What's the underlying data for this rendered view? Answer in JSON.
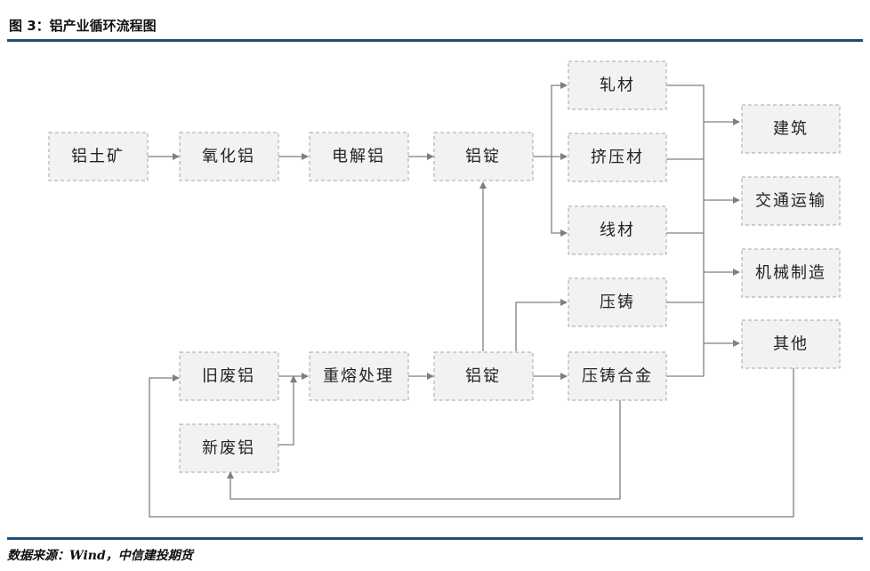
{
  "figure": {
    "title": "图 3：铝产业循环流程图",
    "source": "数据来源：Wind，中信建投期货"
  },
  "nodes": {
    "bauxite": "铝土矿",
    "alumina": "氧化铝",
    "electrolytic": "电解铝",
    "ingot_top": "铝锭",
    "rolled": "轧材",
    "extruded": "挤压材",
    "wire": "线材",
    "construction": "建筑",
    "transport": "交通运输",
    "machinery": "机械制造",
    "other": "其他",
    "old_scrap": "旧废铝",
    "new_scrap": "新废铝",
    "remelt": "重熔处理",
    "ingot_bottom": "铝锭",
    "die_casting": "压铸",
    "die_alloy": "压铸合金"
  },
  "colors": {
    "rule": "#1f4e79",
    "box_fill": "#f2f2f2",
    "box_border": "#a6a6a6",
    "arrow": "#7f7f7f"
  }
}
